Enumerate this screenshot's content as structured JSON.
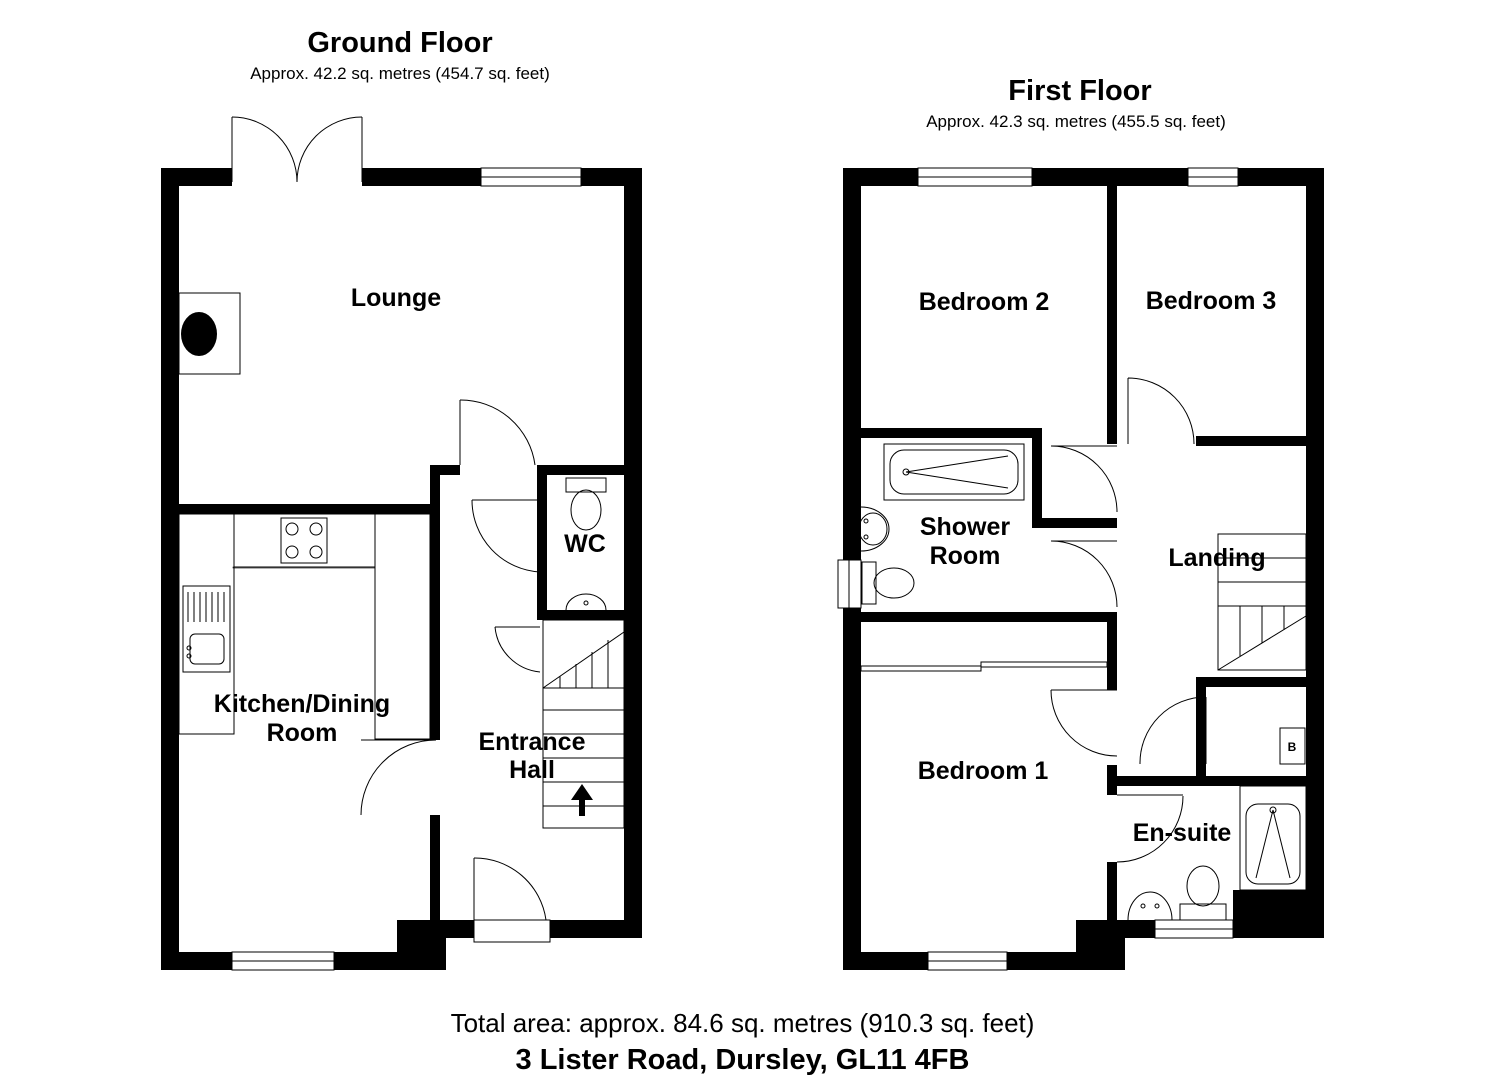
{
  "ground_floor": {
    "title": "Ground Floor",
    "area": "Approx. 42.2 sq. metres (454.7 sq. feet)",
    "rooms": {
      "lounge": "Lounge",
      "kitchen_line1": "Kitchen/Dining",
      "kitchen_line2": "Room",
      "wc": "WC",
      "hall_line1": "Entrance",
      "hall_line2": "Hall"
    }
  },
  "first_floor": {
    "title": "First Floor",
    "area": "Approx. 42.3 sq. metres (455.5 sq. feet)",
    "rooms": {
      "bedroom2": "Bedroom 2",
      "bedroom3": "Bedroom 3",
      "shower_line1": "Shower",
      "shower_line2": "Room",
      "landing": "Landing",
      "bedroom1": "Bedroom 1",
      "ensuite": "En-suite",
      "boiler": "B"
    }
  },
  "footer": {
    "total_area": "Total area: approx. 84.6 sq. metres (910.3 sq. feet)",
    "address": "3 Lister Road, Dursley, GL11 4FB"
  }
}
